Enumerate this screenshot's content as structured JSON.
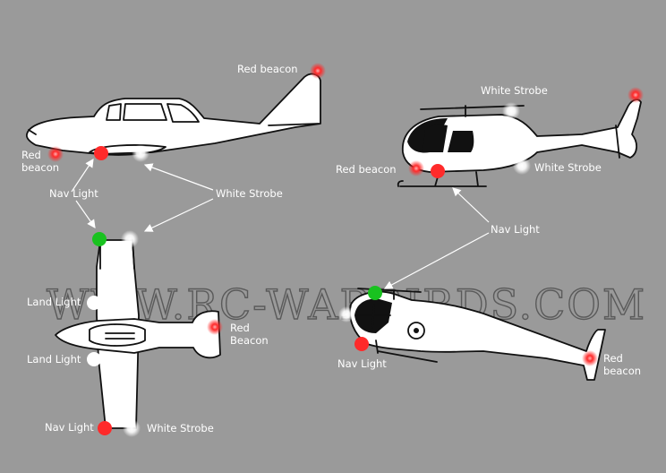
{
  "watermark": "WWW.RC-WARBIRDS.COM",
  "colors": {
    "background": "#9a9a9a",
    "red": "#ff2a2a",
    "green": "#19c21f",
    "white": "#ffffff"
  },
  "labels": {
    "plane_side": {
      "red_beacon_tail": "Red beacon",
      "red_beacon_belly_1": "Red",
      "red_beacon_belly_2": "beacon",
      "nav_light": "Nav Light",
      "white_strobe": "White Strobe"
    },
    "plane_top": {
      "land_light_1": "Land Light",
      "land_light_2": "Land Light",
      "red_beacon_1": "Red",
      "red_beacon_2": "Beacon",
      "nav_light": "Nav Light",
      "white_strobe": "White Strobe"
    },
    "heli_side": {
      "white_strobe_top": "White Strobe",
      "red_beacon": "Red beacon",
      "white_strobe_belly": "White Strobe",
      "nav_light": "Nav Light"
    },
    "heli_quarter": {
      "nav_light": "Nav Light",
      "red_beacon_1": "Red",
      "red_beacon_2": "beacon"
    }
  }
}
